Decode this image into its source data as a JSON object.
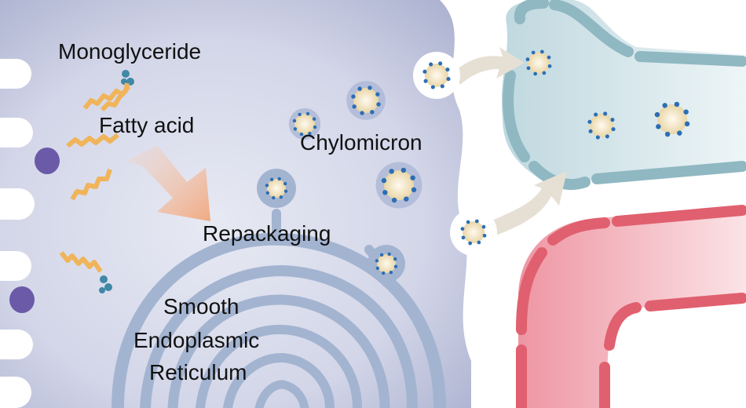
{
  "labels": {
    "monoglyceride": "Monoglyceride",
    "fatty_acid": "Fatty acid",
    "chylomicron": "Chylomicron",
    "repackaging": "Repackaging",
    "ser_line1": "Smooth",
    "ser_line2": "Endoplasmic",
    "ser_line3": "Reticulum"
  },
  "colors": {
    "cell": "#c9cde2",
    "membrane_bump": "#ffffff",
    "nucleus_dot": "#6a5aa8",
    "er": "#9fb2cf",
    "fatty_acid": "#f0b45a",
    "glycerol_head": "#3f88a6",
    "arrow": "#f2b08c",
    "chylo_shell": "#aeb9d6",
    "chylo_core": "#f3e7c7",
    "chylo_dot": "#2c6eb5",
    "lymph_vessel": "#cfe3e8",
    "lymph_wall": "#8fb8c2",
    "blood_vessel": "#f0a3ae",
    "blood_wall": "#e0606f",
    "transport_arrow": "#e6e0d4"
  }
}
